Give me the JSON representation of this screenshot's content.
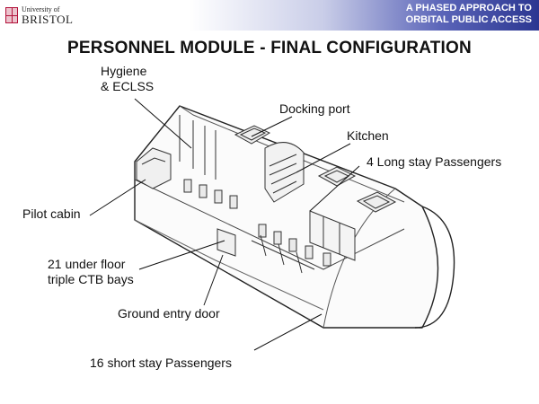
{
  "header": {
    "logo_line1": "University of",
    "logo_line2": "BRISTOL",
    "title_line1": "A PHASED APPROACH TO",
    "title_line2": "ORBITAL PUBLIC ACCESS"
  },
  "page_title": "PERSONNEL MODULE - FINAL CONFIGURATION",
  "labels": {
    "hygiene_1": "Hygiene",
    "hygiene_2": "& ECLSS",
    "docking_port": "Docking port",
    "kitchen": "Kitchen",
    "long_stay": "4 Long stay Passengers",
    "pilot_cabin": "Pilot cabin",
    "under_floor_1": "21 under floor",
    "under_floor_2": "triple CTB bays",
    "ground_door": "Ground entry door",
    "short_stay": "16 short stay Passengers"
  },
  "colors": {
    "brand_red": "#b3123a",
    "header_blue": "#2b3691"
  }
}
